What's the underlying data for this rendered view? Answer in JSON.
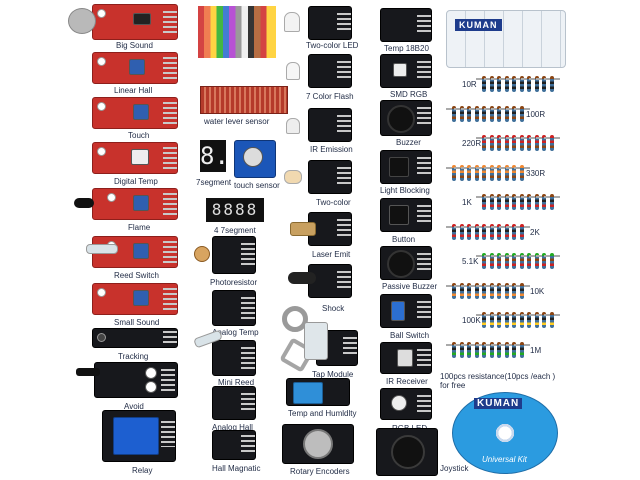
{
  "brand": "KUMAN",
  "cd_label": "Universal Kit",
  "modules": {
    "big_sound": "Big Sound",
    "linear_hall": "Linear Hall",
    "touch": "Touch",
    "digital_temp": "Digital Temp",
    "flame": "Flame",
    "reed_switch": "Reed Switch",
    "small_sound": "Small Sound",
    "tracking": "Tracking",
    "avoid": "Avoid",
    "relay": "Relay",
    "water_level": "water lever sensor",
    "seven_segment": "7segment",
    "touch_sensor": "touch sensor",
    "four_seven_segment": "4 7segment",
    "photoresistor": "Photoresistor",
    "analog_temp": "Analog Temp",
    "mini_reed": "Mini Reed",
    "analog_hall": "Analog Hall",
    "hall_magnetic": "Hall Magnatic",
    "two_color_led": "Two-color LED",
    "seven_color_flash": "7 Color Flash",
    "ir_emission": "IR Emission",
    "two_color": "Two-color",
    "laser_emit": "Laser Emit",
    "shock": "Shock",
    "tap_module": "Tap Module",
    "temp_humidity": "Temp and Humldlty",
    "rotary_encoders": "Rotary Encoders",
    "temp_18b20": "Temp 18B20",
    "smd_rgb": "SMD RGB",
    "buzzer": "Buzzer",
    "light_blocking": "Light Blocking",
    "button": "Button",
    "passive_buzzer": "Passive Buzzer",
    "ball_switch": "Ball Switch",
    "ir_receiver": "IR Receiver",
    "rgb_led": "RGB LED",
    "joystick": "Joystick"
  },
  "resistors": [
    "10R",
    "100R",
    "220R",
    "330R",
    "1K",
    "2K",
    "5.1K",
    "10K",
    "100K",
    "1M"
  ],
  "resistor_note_1": "100pcs resistance(10pcs /each )",
  "resistor_note_2": "for free",
  "colors": {
    "red_pcb": "#c8322c",
    "black_pcb": "#17181c",
    "blue_pcb": "#1b56b8",
    "resistor_body": "#3f6f9a",
    "label_text": "#1f2a44"
  }
}
